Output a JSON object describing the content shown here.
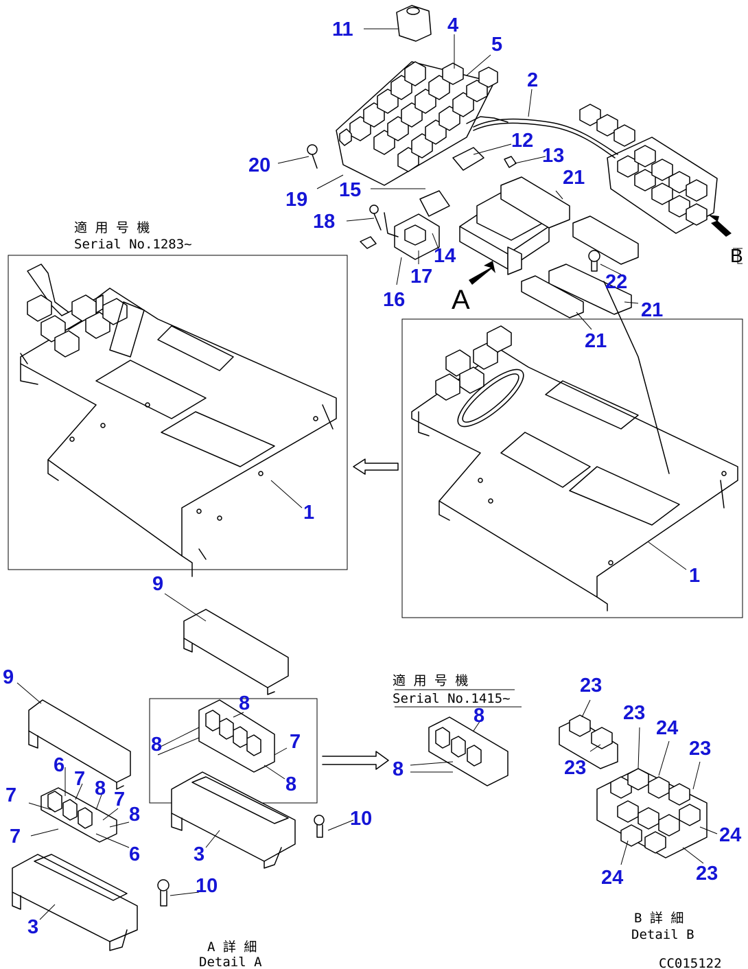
{
  "callouts": {
    "c1a": "1",
    "c1b": "1",
    "c2": "2",
    "c3a": "3",
    "c3b": "3",
    "c4": "4",
    "c5": "5",
    "c6a": "6",
    "c6b": "6",
    "c7a": "7",
    "c7b": "7",
    "c7c": "7",
    "c7d": "7",
    "c7e": "7",
    "c8a": "8",
    "c8b": "8",
    "c8c": "8",
    "c8d": "8",
    "c8e": "8",
    "c8f": "8",
    "c8g": "8",
    "c9a": "9",
    "c9b": "9",
    "c10a": "10",
    "c10b": "10",
    "c11": "11",
    "c12": "12",
    "c13": "13",
    "c14": "14",
    "c15": "15",
    "c16": "16",
    "c17": "17",
    "c18": "18",
    "c19": "19",
    "c20": "20",
    "c21a": "21",
    "c21b": "21",
    "c21c": "21",
    "c22": "22",
    "c23a": "23",
    "c23b": "23",
    "c23c": "23",
    "c23d": "23",
    "c23e": "23",
    "c24a": "24",
    "c24b": "24",
    "c24c": "24"
  },
  "notes": {
    "serial1_jp": "適 用 号 機",
    "serial1_en": "Serial No.1283~",
    "serial2_jp": "適 用 号 機",
    "serial2_en": "Serial No.1415~",
    "detailA_jp": "A 詳 細",
    "detailA_en": "Detail A",
    "detailB_jp": "B 詳 細",
    "detailB_en": "Detail B",
    "view_a": "A",
    "view_b": "B",
    "code": "CC015122"
  },
  "colors": {
    "callout": "#1515d6",
    "line": "#000000"
  }
}
